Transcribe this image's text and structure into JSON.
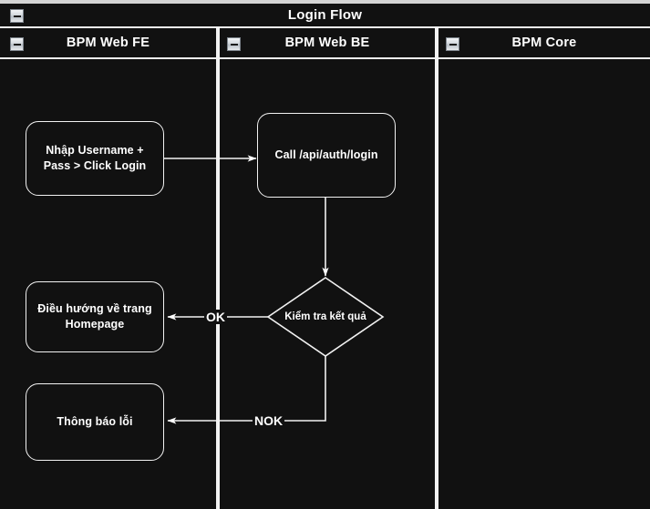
{
  "diagram": {
    "title": "Login Flow",
    "collapse_icon": "minus-collapse-icon",
    "lanes": [
      {
        "id": "fe",
        "label": "BPM Web FE"
      },
      {
        "id": "be",
        "label": "BPM Web BE"
      },
      {
        "id": "core",
        "label": "BPM Core"
      }
    ],
    "nodes": [
      {
        "id": "input-credentials",
        "type": "task",
        "lane": "fe",
        "label": "Nhập Username +\nPass > Click Login",
        "line1": "Nhập Username +",
        "line2": "Pass > Click Login"
      },
      {
        "id": "call-login-api",
        "type": "task",
        "lane": "be",
        "label": "Call /api/auth/login"
      },
      {
        "id": "check-result",
        "type": "decision",
        "lane": "be",
        "label": "Kiểm tra kết quả"
      },
      {
        "id": "redirect-homepage",
        "type": "task",
        "lane": "fe",
        "label": "Điều hướng về trang\nHomepage",
        "line1": "Điều hướng về trang",
        "line2": "Homepage"
      },
      {
        "id": "show-error",
        "type": "task",
        "lane": "fe",
        "label": "Thông báo lỗi"
      }
    ],
    "edges": [
      {
        "id": "e1",
        "from": "input-credentials",
        "to": "call-login-api",
        "label": ""
      },
      {
        "id": "e2",
        "from": "call-login-api",
        "to": "check-result",
        "label": ""
      },
      {
        "id": "e3",
        "from": "check-result",
        "to": "redirect-homepage",
        "label": "OK"
      },
      {
        "id": "e4",
        "from": "check-result",
        "to": "show-error",
        "label": "NOK"
      }
    ],
    "colors": {
      "background": "#111111",
      "stroke": "#f2f2f2",
      "text": "#ffffff",
      "page": "#d4d4d4"
    }
  }
}
